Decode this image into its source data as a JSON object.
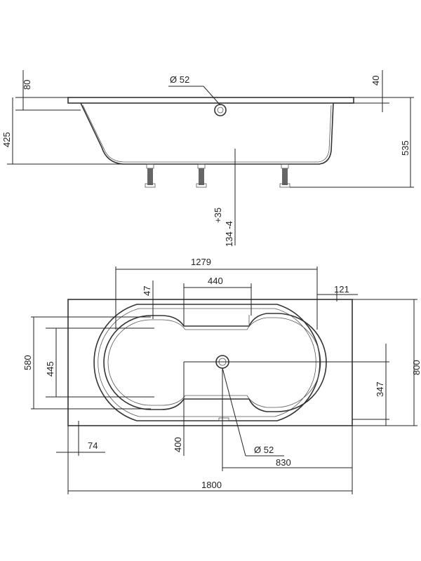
{
  "side_view": {
    "rim_left": "80",
    "depth_left": "425",
    "drain_diameter": "Ø 52",
    "rim_right": "40",
    "height_right": "535",
    "leg_adjust_plus": "+35",
    "leg_range": "134 -4"
  },
  "top_view": {
    "inner_length": "1279",
    "inner_narrow": "440",
    "inner_offset_top": "47",
    "right_offset": "121",
    "total_width": "800",
    "inner_width": "580",
    "inner_width_small": "445",
    "drain_from_bottom": "347",
    "left_offset": "74",
    "drain_from_bottom_left": "400",
    "drain_diameter": "Ø 52",
    "drain_from_right": "830",
    "total_length": "1800"
  }
}
